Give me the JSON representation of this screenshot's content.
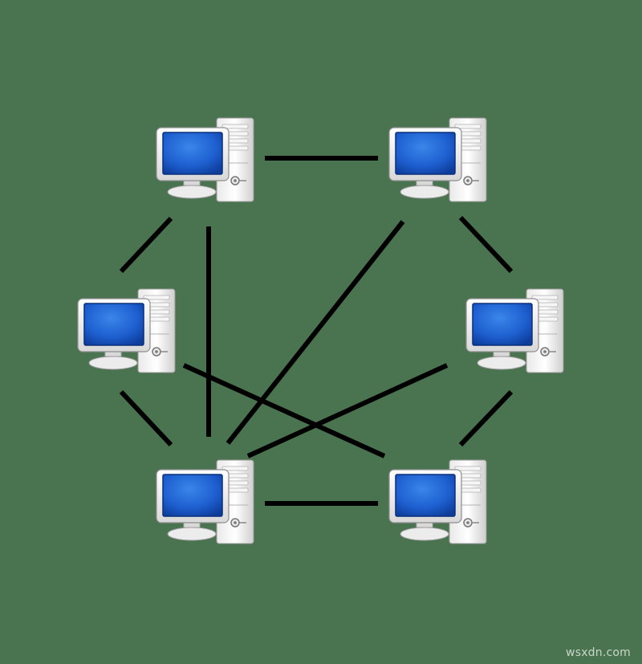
{
  "diagram": {
    "background": "#4a7350",
    "link_color": "#000000",
    "screen_color": "#1e5fd0",
    "computers": [
      {
        "id": "top-left"
      },
      {
        "id": "top-right"
      },
      {
        "id": "middle-left"
      },
      {
        "id": "middle-right"
      },
      {
        "id": "bottom-left"
      },
      {
        "id": "bottom-right"
      }
    ],
    "links": [
      {
        "from": "top-left",
        "to": "top-right"
      },
      {
        "from": "top-left",
        "to": "middle-left"
      },
      {
        "from": "top-left",
        "to": "bottom-left"
      },
      {
        "from": "top-right",
        "to": "middle-right"
      },
      {
        "from": "top-right",
        "to": "bottom-left"
      },
      {
        "from": "middle-left",
        "to": "bottom-left"
      },
      {
        "from": "middle-left",
        "to": "bottom-right"
      },
      {
        "from": "middle-right",
        "to": "bottom-left"
      },
      {
        "from": "middle-right",
        "to": "bottom-right"
      },
      {
        "from": "bottom-left",
        "to": "bottom-right"
      }
    ]
  },
  "watermark": "wsxdn.com"
}
